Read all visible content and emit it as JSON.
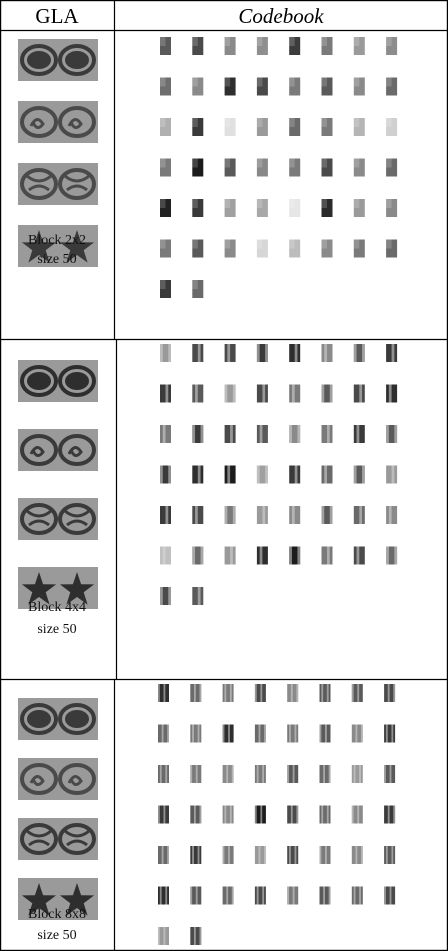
{
  "table": {
    "header_left": "GLA",
    "header_right": "Codebook"
  },
  "rows": [
    {
      "block_label": "Block 2x2",
      "size_label": "size 50",
      "thumbnails": [
        {
          "icon": "double-spiral-image",
          "shade": "#3a3a3a"
        },
        {
          "icon": "double-swirl-image",
          "shade": "#4a4a4a"
        },
        {
          "icon": "tribal-ornament-image",
          "shade": "#4a4a4a"
        },
        {
          "icon": "double-star-image",
          "shade": "#3a3a3a"
        }
      ],
      "codebook": [
        [
          "#5a5a5a",
          "#4a4a4a",
          "#8a8a8a",
          "#8f8f8f",
          "#3c3c3c",
          "#7a7a7a",
          "#9a9a9a",
          "#8c8c8c"
        ],
        [
          "#6e6e6e",
          "#8a8a8a",
          "#2e2e2e",
          "#4a4a4a",
          "#7a7a7a",
          "#5a5a5a",
          "#8a8a8a",
          "#6a6a6a"
        ],
        [
          "#b0b0b0",
          "#3a3a3a",
          "#e0e0e0",
          "#9a9a9a",
          "#6a6a6a",
          "#7a7a7a",
          "#b5b5b5",
          "#d0d0d0"
        ],
        [
          "#7a7a7a",
          "#1c1c1c",
          "#5a5a5a",
          "#888888",
          "#7a7a7a",
          "#4a4a4a",
          "#8a8a8a",
          "#6a6a6a"
        ],
        [
          "#222222",
          "#3a3a3a",
          "#a0a0a0",
          "#a8a8a8",
          "#e6e6e6",
          "#2a2a2a",
          "#9a9a9a",
          "#8a8a8a"
        ],
        [
          "#7a7a7a",
          "#5a5a5a",
          "#8a8a8a",
          "#d6d6d6",
          "#bcbcbc",
          "#8a8a8a",
          "#7a7a7a",
          "#6a6a6a"
        ],
        [
          "#3a3a3a",
          "#6a6a6a"
        ]
      ]
    },
    {
      "block_label": "Block 4x4",
      "size_label": "size 50",
      "thumbnails": [
        {
          "icon": "double-spiral-image",
          "shade": "#2e2e2e"
        },
        {
          "icon": "double-swirl-image",
          "shade": "#3a3a3a"
        },
        {
          "icon": "tribal-ornament-image",
          "shade": "#3a3a3a"
        },
        {
          "icon": "double-star-image",
          "shade": "#2e2e2e"
        }
      ],
      "codebook": [
        [
          "#9a9a9a",
          "#4a4a4a",
          "#4a4a4a",
          "#3a3a3a",
          "#2e2e2e",
          "#8a8a8a",
          "#5a5a5a",
          "#3a3a3a"
        ],
        [
          "#3a3a3a",
          "#5a5a5a",
          "#9a9a9a",
          "#4a4a4a",
          "#7a7a7a",
          "#5a5a5a",
          "#4a4a4a",
          "#2e2e2e"
        ],
        [
          "#7a7a7a",
          "#3a3a3a",
          "#4a4a4a",
          "#5a5a5a",
          "#8a8a8a",
          "#7a7a7a",
          "#3a3a3a",
          "#5a5a5a"
        ],
        [
          "#3a3a3a",
          "#2e2e2e",
          "#1c1c1c",
          "#a0a0a0",
          "#3a3a3a",
          "#6a6a6a",
          "#5a5a5a",
          "#9a9a9a"
        ],
        [
          "#3a3a3a",
          "#4a4a4a",
          "#7a7a7a",
          "#9a9a9a",
          "#8a8a8a",
          "#5a5a5a",
          "#6a6a6a",
          "#8a8a8a"
        ],
        [
          "#c0c0c0",
          "#6a6a6a",
          "#9a9a9a",
          "#2e2e2e",
          "#1c1c1c",
          "#7a7a7a",
          "#4a4a4a",
          "#6a6a6a"
        ],
        [
          "#4a4a4a",
          "#5a5a5a"
        ]
      ]
    },
    {
      "block_label": "Block 8x8",
      "size_label": "size 50",
      "thumbnails": [
        {
          "icon": "double-spiral-image",
          "shade": "#3a3a3a"
        },
        {
          "icon": "double-swirl-image",
          "shade": "#4a4a4a"
        },
        {
          "icon": "tribal-ornament-image",
          "shade": "#3a3a3a"
        },
        {
          "icon": "double-star-image",
          "shade": "#2e2e2e"
        }
      ],
      "codebook": [
        [
          "#2e2e2e",
          "#6a6a6a",
          "#7a7a7a",
          "#4a4a4a",
          "#8a8a8a",
          "#5a5a5a",
          "#5a5a5a",
          "#4a4a4a"
        ],
        [
          "#6a6a6a",
          "#7a7a7a",
          "#2e2e2e",
          "#6a6a6a",
          "#7a7a7a",
          "#5a5a5a",
          "#8a8a8a",
          "#3a3a3a"
        ],
        [
          "#6a6a6a",
          "#7a7a7a",
          "#8a8a8a",
          "#7a7a7a",
          "#5a5a5a",
          "#6a6a6a",
          "#9a9a9a",
          "#5a5a5a"
        ],
        [
          "#3a3a3a",
          "#5a5a5a",
          "#8a8a8a",
          "#1c1c1c",
          "#4a4a4a",
          "#6a6a6a",
          "#8a8a8a",
          "#3a3a3a"
        ],
        [
          "#6a6a6a",
          "#3a3a3a",
          "#7a7a7a",
          "#9a9a9a",
          "#4a4a4a",
          "#7a7a7a",
          "#8a8a8a",
          "#5a5a5a"
        ],
        [
          "#2e2e2e",
          "#5a5a5a",
          "#6a6a6a",
          "#4a4a4a",
          "#7a7a7a",
          "#5a5a5a",
          "#6a6a6a",
          "#4a4a4a"
        ],
        [
          "#9a9a9a",
          "#4a4a4a"
        ]
      ]
    }
  ]
}
